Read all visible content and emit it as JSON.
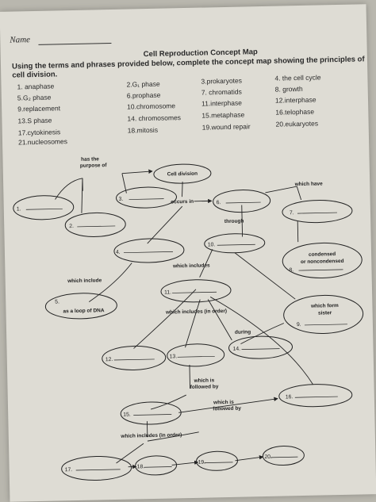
{
  "header": {
    "name_label": "Name",
    "title": "Cell Reproduction Concept Map",
    "instructions_line1": "Using the terms and phrases provided below, complete the concept map showing the principles of",
    "instructions_line2": "cell division."
  },
  "terms": [
    "1. anaphase",
    "2.G₁ phase",
    "3.prokaryotes",
    "4. the cell cycle",
    "5.G₂ phase",
    "6.prophase",
    "7. chromatids",
    "8. growth",
    "9.replacement",
    "10.chromosome",
    "11.interphase",
    "12.interphase",
    "13.S phase",
    "14. chromosomes",
    "15.metaphase",
    "16.telophase",
    "17.cytokinesis",
    "18.mitosis",
    "19.wound repair",
    "20.eukaryotes",
    "21.nucleosomes"
  ],
  "map": {
    "labels": {
      "has_the_purpose_of_1": "has the",
      "has_the_purpose_of_2": "purpose of",
      "cell_division": "Cell division",
      "which_have": "which have",
      "occurs_in": "occurs in",
      "through": "through",
      "condensed_1": "condensed",
      "condensed_2": "or noncondensed",
      "which_includes": "which includes",
      "which_include": "which include",
      "as_a_loop_of_dna": "as a loop of DNA",
      "which_includes_in_order_1": "which includes (in order)",
      "which_form_1": "which form",
      "which_form_2": "sister",
      "during": "during",
      "which_is_followed_by_1a": "which is",
      "which_is_followed_by_1b": "followed by",
      "which_is_followed_by_2a": "which is",
      "which_is_followed_by_2b": "followed by",
      "which_includes_in_order_2": "which includes (in order)"
    },
    "blanks": {
      "n1": "1.",
      "n2": "2.",
      "n3": "3.",
      "n4": "4.",
      "n5": "5.",
      "n6": "6.",
      "n7": "7.",
      "n8": "8.",
      "n9": "9.",
      "n10": "10.",
      "n11": "11.",
      "n12": "12.",
      "n13": "13.",
      "n14": "14.",
      "n15": "15.",
      "n16": "16.",
      "n17": "17.",
      "n18": "18.",
      "n19": "19.",
      "n20": "20."
    }
  }
}
